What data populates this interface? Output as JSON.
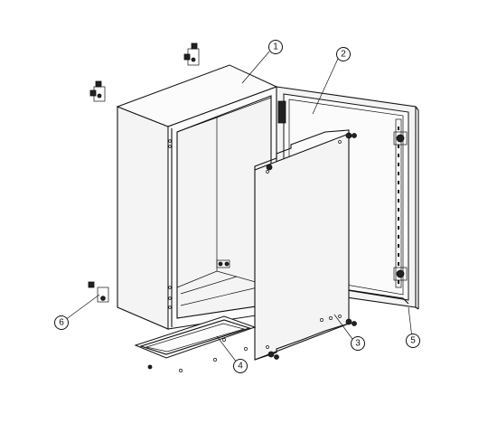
{
  "callouts": [
    {
      "id": "1",
      "label": "1"
    },
    {
      "id": "2",
      "label": "2"
    },
    {
      "id": "3",
      "label": "3"
    },
    {
      "id": "4",
      "label": "4"
    },
    {
      "id": "5",
      "label": "5"
    },
    {
      "id": "6",
      "label": "6"
    }
  ],
  "colors": {
    "ink": "#111111",
    "background": "#ffffff",
    "panel_fill": "#f4f4f4"
  }
}
